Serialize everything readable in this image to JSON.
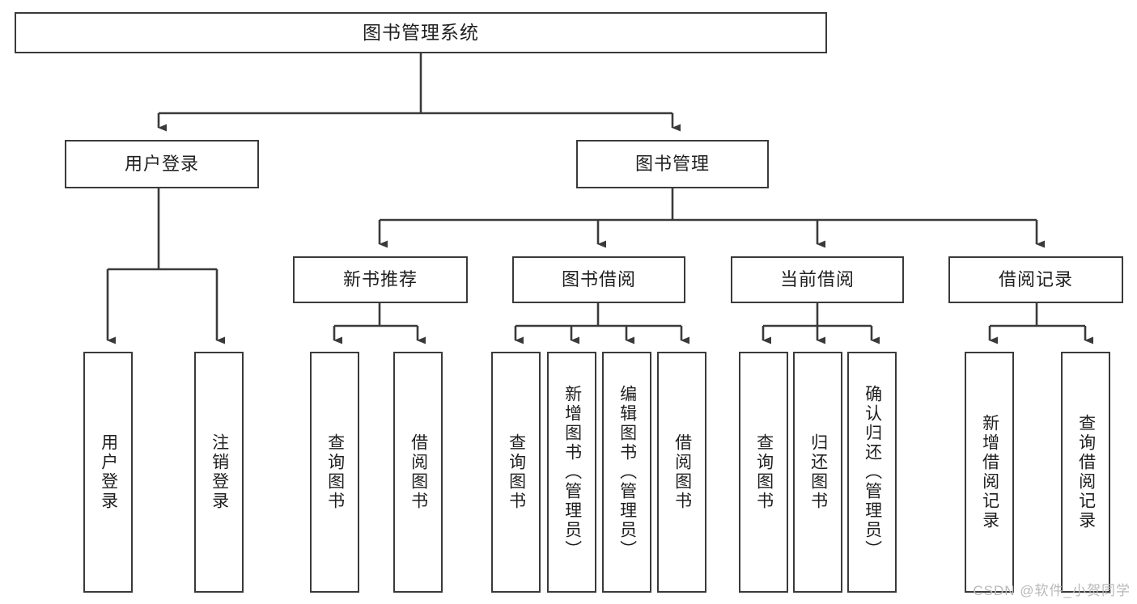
{
  "diagram": {
    "title": "图书管理系统",
    "type": "tree-hierarchy-chart",
    "root": {
      "id": "root",
      "label": "图书管理系统"
    },
    "level2": [
      {
        "id": "user-login",
        "label": "用户登录"
      },
      {
        "id": "book-management",
        "label": "图书管理"
      }
    ],
    "level3": [
      {
        "id": "new-book-recommend",
        "label": "新书推荐"
      },
      {
        "id": "book-borrow",
        "label": "图书借阅"
      },
      {
        "id": "current-borrow",
        "label": "当前借阅"
      },
      {
        "id": "borrow-record",
        "label": "借阅记录"
      }
    ],
    "leaves": {
      "user_login": [
        {
          "id": "leaf-user-login",
          "label": "用户登录"
        },
        {
          "id": "leaf-logout",
          "label": "注销登录"
        }
      ],
      "new_book_recommend": [
        {
          "id": "leaf-query-book-1",
          "label": "查询图书"
        },
        {
          "id": "leaf-borrow-book-1",
          "label": "借阅图书"
        }
      ],
      "book_borrow": [
        {
          "id": "leaf-query-book-2",
          "label": "查询图书"
        },
        {
          "id": "leaf-add-book",
          "label": "新增图书（管理员）"
        },
        {
          "id": "leaf-edit-book",
          "label": "编辑图书（管理员）"
        },
        {
          "id": "leaf-borrow-book-2",
          "label": "借阅图书"
        }
      ],
      "current_borrow": [
        {
          "id": "leaf-query-book-3",
          "label": "查询图书"
        },
        {
          "id": "leaf-return-book",
          "label": "归还图书"
        },
        {
          "id": "leaf-confirm-return",
          "label": "确认归还（管理员）"
        }
      ],
      "borrow_record": [
        {
          "id": "leaf-add-record",
          "label": "新增借阅记录"
        },
        {
          "id": "leaf-query-record",
          "label": "查询借阅记录"
        }
      ]
    }
  },
  "watermark": {
    "text": "CSDN @软件_小贺同学"
  },
  "colors": {
    "border": "#3a3a3a",
    "background": "#ffffff",
    "text": "#1f1f1f",
    "watermark": "#b9b9b9",
    "connector": "#3a3a3a"
  }
}
